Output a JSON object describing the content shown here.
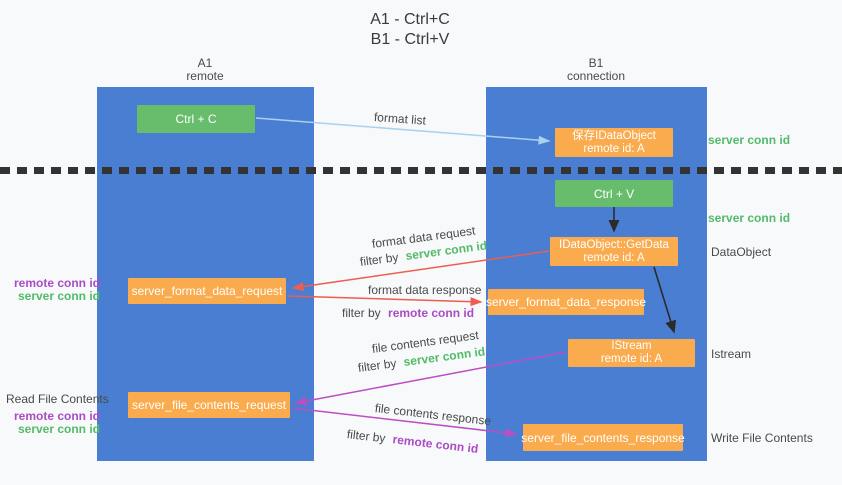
{
  "title": {
    "line1": "A1 - Ctrl+C",
    "line2": "B1 - Ctrl+V"
  },
  "columns": {
    "a1": {
      "title": "A1",
      "subtitle": "remote"
    },
    "b1": {
      "title": "B1",
      "subtitle": "connection"
    }
  },
  "nodes": {
    "ctrl_c": {
      "label": "Ctrl + C"
    },
    "save_idataobject": {
      "line1": "保存IDataObject",
      "line2": "remote id: A"
    },
    "ctrl_v": {
      "label": "Ctrl + V"
    },
    "getdata": {
      "line1": "IDataObject::GetData",
      "line2": "remote id: A"
    },
    "format_request": {
      "label": "server_format_data_request"
    },
    "format_response": {
      "label": "server_format_data_response"
    },
    "istream": {
      "line1": "IStream",
      "line2": "remote id: A"
    },
    "file_request": {
      "label": "server_file_contents_request"
    },
    "file_response": {
      "label": "server_file_contents_response"
    }
  },
  "arrow_labels": {
    "format_list": "format list",
    "format_data_request": "format data request",
    "format_data_response": "format data response",
    "file_contents_request": "file contents request",
    "file_contents_response": "file contents response",
    "filter_by": "filter by",
    "server_conn_id": "server conn id",
    "remote_conn_id": "remote conn id"
  },
  "side_labels": {
    "server_conn_id_top": "server conn id",
    "server_conn_id_mid": "server conn id",
    "dataobject": "DataObject",
    "istream": "Istream",
    "write_file_contents": "Write File Contents",
    "read_file_contents": "Read File Contents",
    "remote_conn_id": "remote conn id",
    "server_conn_id": "server conn id"
  },
  "colors": {
    "column_blue": "#4a7ed3",
    "node_green": "#68bd6c",
    "node_orange": "#f9ab4d",
    "accent_green": "#52bb68",
    "accent_purple": "#ab4cc4",
    "arrow_red": "#ee5d50",
    "arrow_magenta": "#bb4ec4",
    "arrow_lightblue": "#a9d2ee",
    "arrow_black": "#2b2b2b",
    "background": "#f8f9fb"
  }
}
